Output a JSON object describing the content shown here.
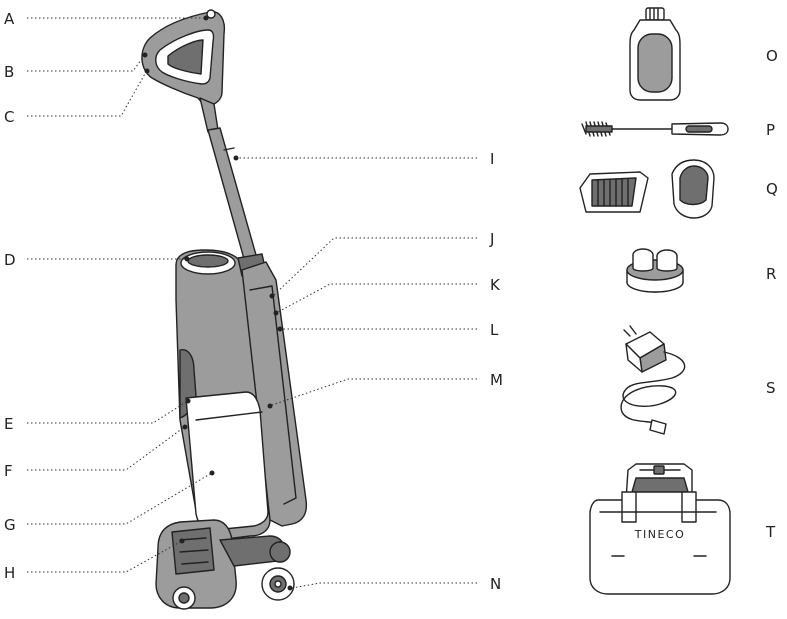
{
  "labels": {
    "A": "A",
    "B": "B",
    "C": "C",
    "D": "D",
    "E": "E",
    "F": "F",
    "G": "G",
    "H": "H",
    "I": "I",
    "J": "J",
    "K": "K",
    "L": "L",
    "M": "M",
    "N": "N",
    "O": "O",
    "P": "P",
    "Q": "Q",
    "R": "R",
    "S": "S",
    "T": "T"
  },
  "base_brand": "TINECO",
  "colors": {
    "line": "#222222",
    "body_fill": "#9c9c9c",
    "dark_fill": "#6f6f6f",
    "background": "#ffffff"
  }
}
